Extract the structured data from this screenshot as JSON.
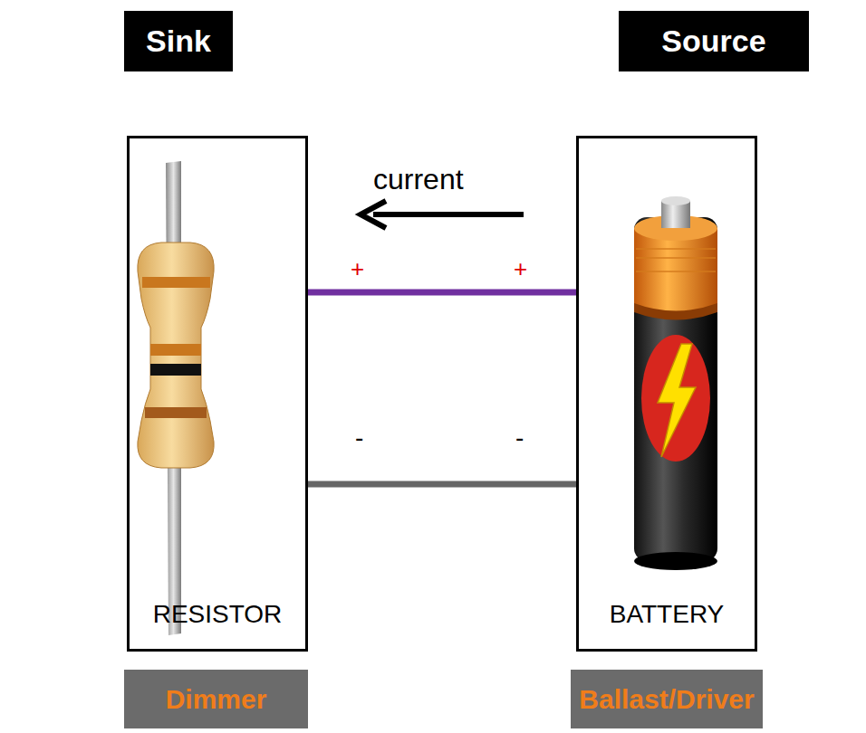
{
  "diagram": {
    "nodes": [
      {
        "text": [
          "Sink"
        ]
      },
      {
        "text": [
          "Source"
        ]
      },
      {
        "text": [
          "RESISTOR"
        ]
      },
      {
        "text": [
          "BATTERY"
        ]
      },
      {
        "text": [
          "Dimmer"
        ]
      },
      {
        "text": [
          "Ballast/Driver"
        ]
      }
    ],
    "edges": [
      {
        "from": 3,
        "to": 2,
        "arrow": "none"
      },
      {
        "from": 3,
        "to": 2,
        "arrow": "none"
      }
    ],
    "labels": [
      "current",
      "+",
      "+",
      "-",
      "-"
    ]
  }
}
